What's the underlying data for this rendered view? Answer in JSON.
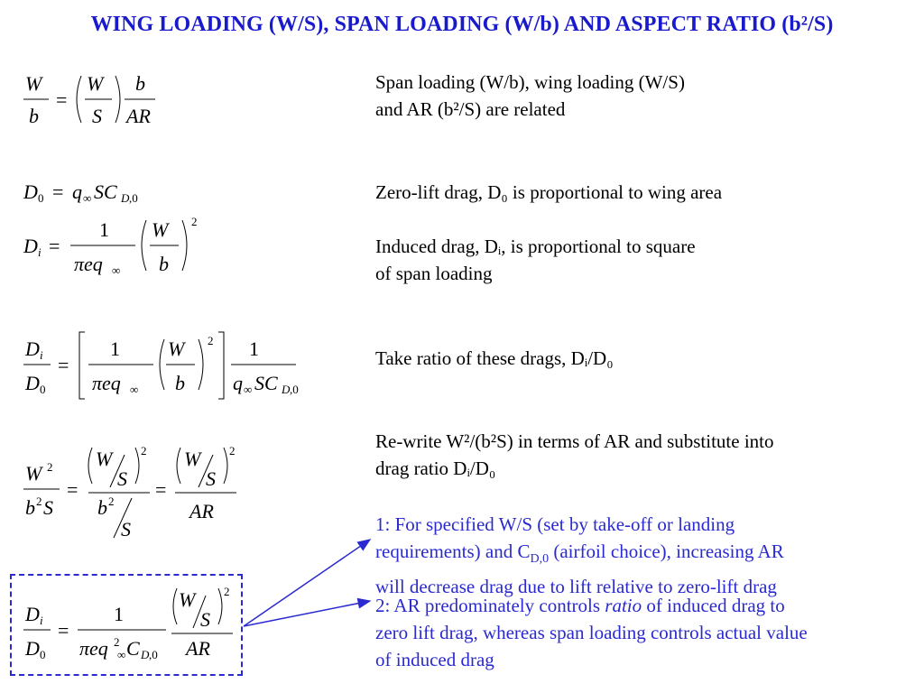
{
  "title": "WING LOADING (W/S), SPAN LOADING (W/b) AND ASPECT RATIO (b²/S)",
  "desc": {
    "d1_l1": "Span loading (W/b), wing loading (W/S)",
    "d1_l2": "and AR (b²/S) are related",
    "d2": "Zero-lift drag, D₀ is proportional to wing area",
    "d3_l1": "Induced drag, Dᵢ, is proportional to square",
    "d3_l2": "of span loading",
    "d4": "Take ratio of these drags, Dᵢ/D₀",
    "d5_l1": "Re-write W²/(b²S) in terms of AR and substitute into",
    "d5_l2": "drag ratio Dᵢ/D₀",
    "n1_l1": "1: For specified W/S (set by take-off or landing",
    "n1_l2": "requirements) and C",
    "n1_l2_sub": "D,0",
    "n1_l2_rest": " (airfoil choice), increasing AR",
    "n1_l3": "will decrease drag due to lift relative to zero-lift drag",
    "n2_l1_a": "2: AR predominately controls ",
    "n2_l1_it": "ratio",
    "n2_l1_b": " of induced drag to",
    "n2_l2": "zero lift drag, whereas span loading controls actual value",
    "n2_l3": "of induced drag"
  },
  "colors": {
    "accent": "#2a2ad0",
    "title": "#1a1acd"
  }
}
